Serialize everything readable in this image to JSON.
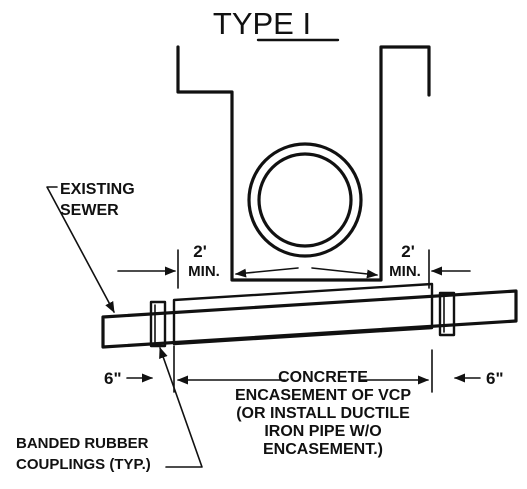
{
  "title": "TYPE I",
  "labels": {
    "existing_sewer": [
      "EXISTING",
      "SEWER"
    ],
    "left_clearance": [
      "2'",
      "MIN."
    ],
    "right_clearance": [
      "2'",
      "MIN."
    ],
    "left_offset": "6\"",
    "right_offset": "6\"",
    "encasement_note": [
      "CONCRETE",
      "ENCASEMENT OF VCP",
      "(OR INSTALL DUCTILE",
      "IRON PIPE W/O",
      "ENCASEMENT.)"
    ],
    "couplings_note": [
      "BANDED RUBBER",
      "COUPLINGS (TYP.)"
    ]
  }
}
